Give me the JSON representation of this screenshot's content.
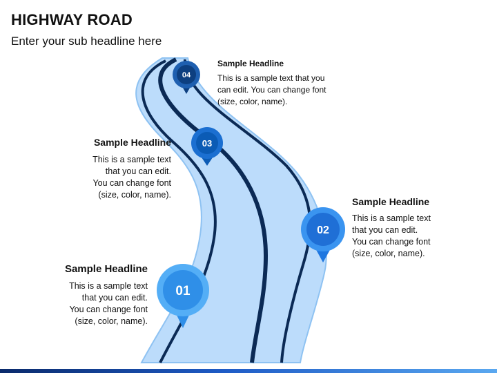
{
  "header": {
    "title": "HIGHWAY ROAD",
    "subtitle": "Enter your sub headline here"
  },
  "colors": {
    "road_fill": "#bcdcfb",
    "road_edge": "#8ec2f2",
    "lane_line": "#0b2a55",
    "marker_01": "#2f8fe8",
    "marker_02": "#1f77e0",
    "marker_03": "#0b5bb5",
    "marker_04": "#0d3f80",
    "bottom_bar": "#1e5bc6"
  },
  "milestones": [
    {
      "number": "01",
      "headline": "Sample Headline",
      "text_lines": [
        "This is a sample text",
        "that you can edit.",
        "You can change font",
        "(size, color, name)."
      ]
    },
    {
      "number": "02",
      "headline": "Sample Headline",
      "text_lines": [
        "This is a sample text",
        "that you can edit.",
        "You can change font",
        "(size, color, name)."
      ]
    },
    {
      "number": "03",
      "headline": "Sample Headline",
      "text_lines": [
        "This is a sample text",
        "that you can edit.",
        "You can change font",
        "(size, color, name)."
      ]
    },
    {
      "number": "04",
      "headline": "Sample Headline",
      "text_lines": [
        "This is a sample text that you",
        "can edit. You can change font",
        "(size, color, name)."
      ]
    }
  ]
}
